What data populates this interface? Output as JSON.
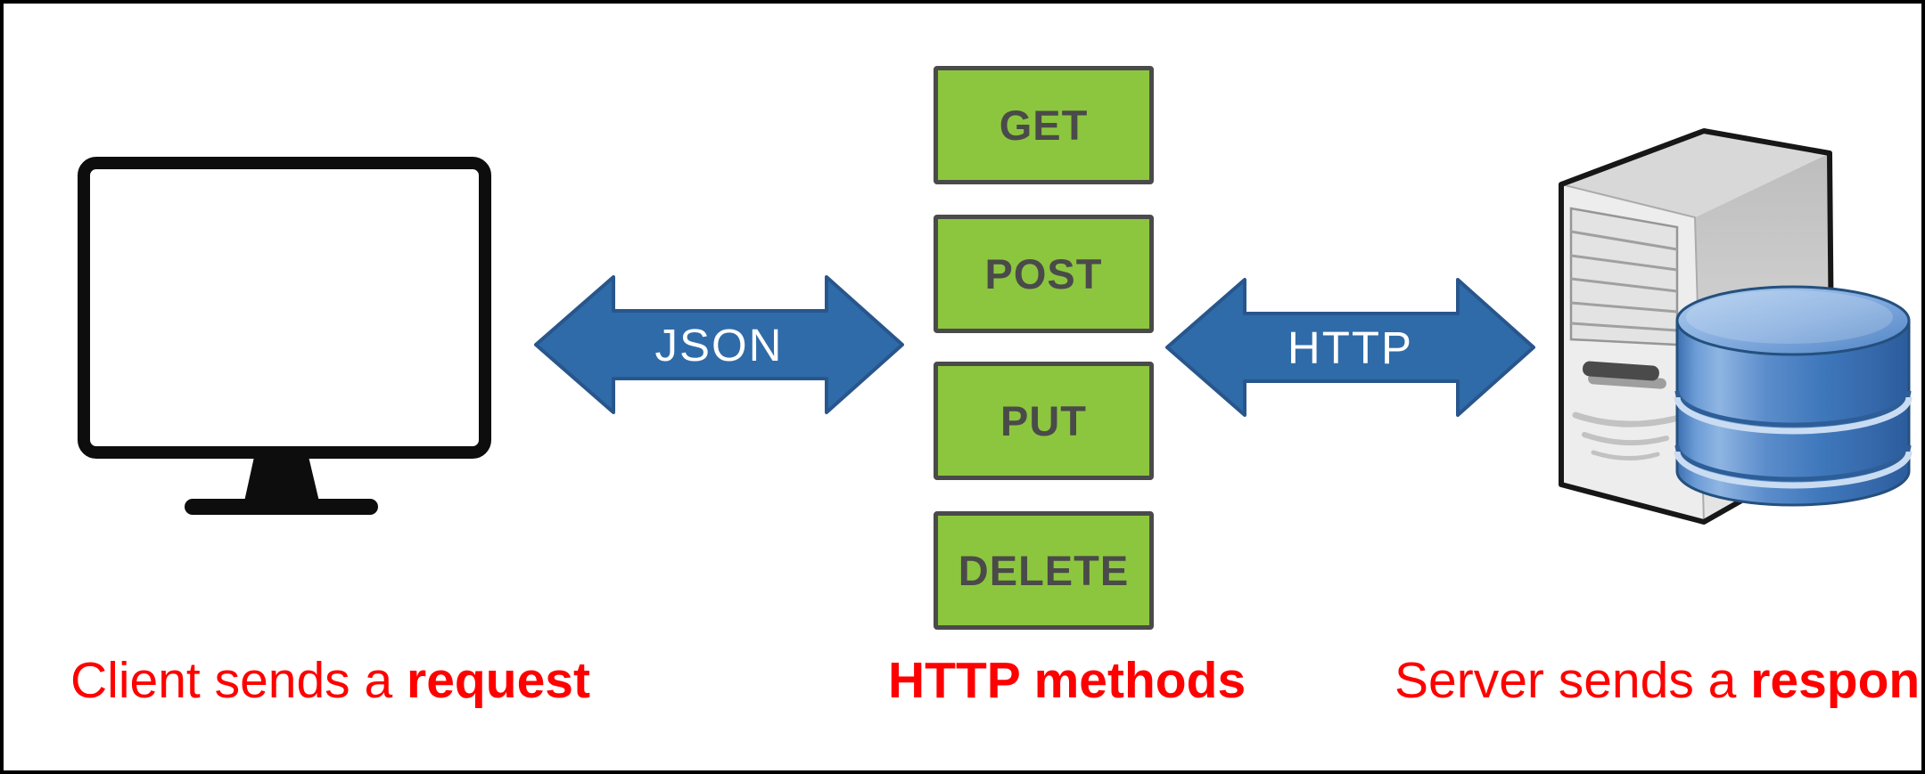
{
  "diagram": {
    "client": {
      "icon": "monitor-icon",
      "caption_prefix": "Client sends a ",
      "caption_bold": "request"
    },
    "center_caption": "HTTP methods",
    "server": {
      "icon": "server-database-icon",
      "caption_prefix": "Server sends a ",
      "caption_bold": "response"
    },
    "arrows": {
      "json_label": "JSON",
      "http_label": "HTTP"
    },
    "methods": [
      "GET",
      "POST",
      "PUT",
      "DELETE"
    ],
    "colors": {
      "method_fill": "#8CC63F",
      "method_border": "#4A4A4A",
      "method_text": "#4A4A4A",
      "arrow_fill": "#2F6BA8",
      "arrow_outline": "#28568C",
      "caption_red": "#FF0000",
      "frame_border": "#000000",
      "database_blue": "#3C6FB0",
      "tower_gray": "#EDEDED"
    }
  }
}
